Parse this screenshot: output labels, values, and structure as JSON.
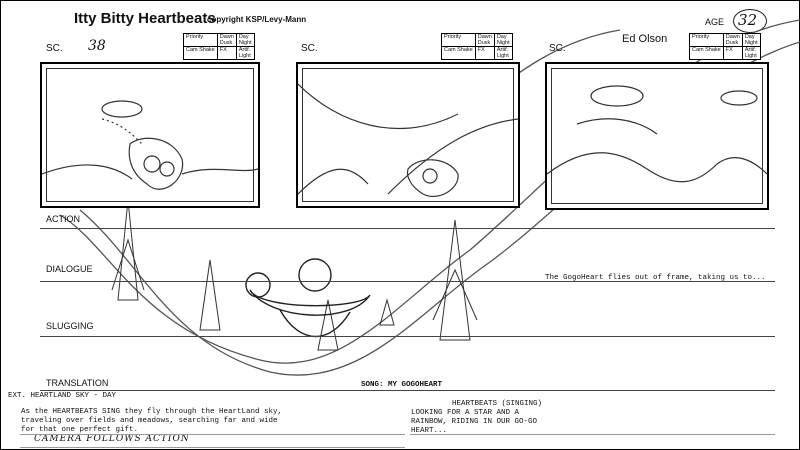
{
  "header": {
    "title": "Itty Bitty Heartbeats",
    "copyright": "copyright KSP/Levy-Mann",
    "artist": "Ed Olson",
    "page_number": "32"
  },
  "panels": [
    {
      "sc_label": "SC.",
      "scene_number": "38"
    },
    {
      "sc_label": "SC.",
      "scene_number": ""
    },
    {
      "sc_label": "SC.",
      "scene_number": ""
    }
  ],
  "info_box": {
    "priority": "Priority",
    "dawn": "Dawn",
    "dusk": "Dusk",
    "day": "Day",
    "night": "Night",
    "cam_shake": "Cam Shake",
    "fx": "FX",
    "artif": "Artif.",
    "light": "Light"
  },
  "rows": {
    "action": "ACTION",
    "dialogue": "DIALOGUE",
    "slugging": "SLUGGING",
    "translation": "TRANSLATION"
  },
  "dialogue_note": "The GogoHeart flies out of frame, taking us to...",
  "song": "SONG: MY GOGOHEART",
  "script": {
    "slug": "EXT.  HEARTLAND SKY - DAY",
    "description": [
      "As the HEARTBEATS SING they fly through the HeartLand sky,",
      "traveling over fields and meadows, searching far and wide",
      "for that one perfect gift."
    ],
    "handwritten_note": "CAMERA FOLLOWS ACTION",
    "character": "HEARTBEATS  (SINGING)",
    "lyrics": [
      "LOOKING FOR A STAR AND A",
      "RAINBOW, RIDING IN OUR GO-GO",
      "HEART..."
    ]
  }
}
